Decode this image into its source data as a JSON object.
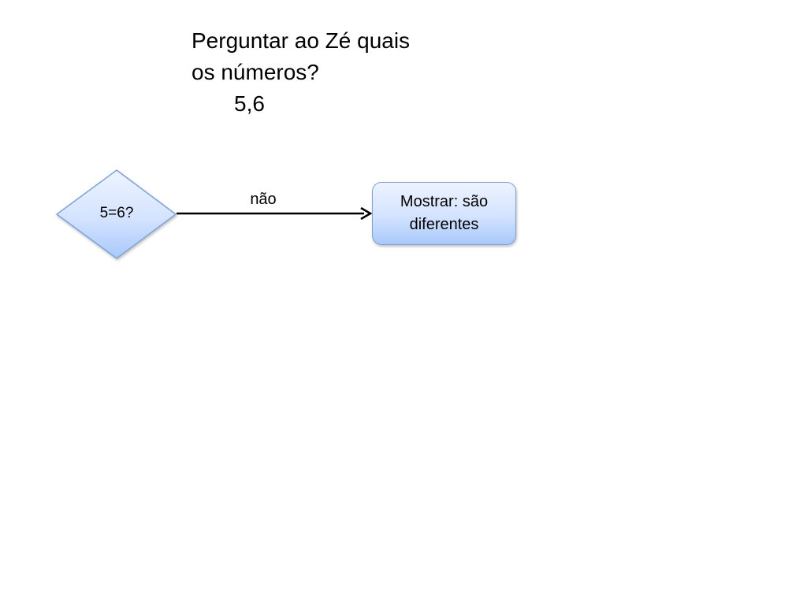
{
  "question": {
    "line1": "Perguntar ao Zé quais",
    "line2": "os números?",
    "answer": "5,6"
  },
  "decision": {
    "label": "5=6?"
  },
  "edge": {
    "label": "não"
  },
  "process": {
    "label": "Mostrar: são diferentes"
  },
  "colors": {
    "shape_fill_top": "#eef4ff",
    "shape_fill_bottom": "#a9c8fb",
    "shape_border": "#7da2d6",
    "arrow": "#000000"
  }
}
